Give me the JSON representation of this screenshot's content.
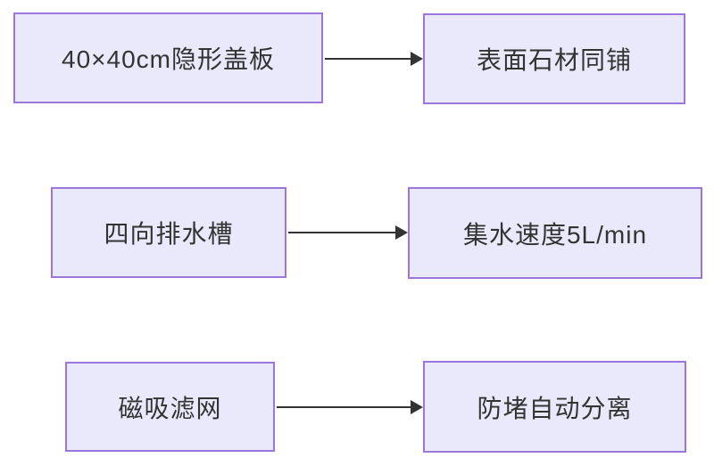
{
  "diagram": {
    "type": "flowchart",
    "colors": {
      "node_fill": "#EAE9FB",
      "node_border": "#9B77DB",
      "text": "#333333",
      "arrow": "#333333",
      "background": "#FFFFFF"
    },
    "rows": [
      {
        "source": "40×40cm隐形盖板",
        "target": "表面石材同铺"
      },
      {
        "source": "四向排水槽",
        "target": "集水速度5L/min"
      },
      {
        "source": "磁吸滤网",
        "target": "防堵自动分离"
      }
    ]
  }
}
